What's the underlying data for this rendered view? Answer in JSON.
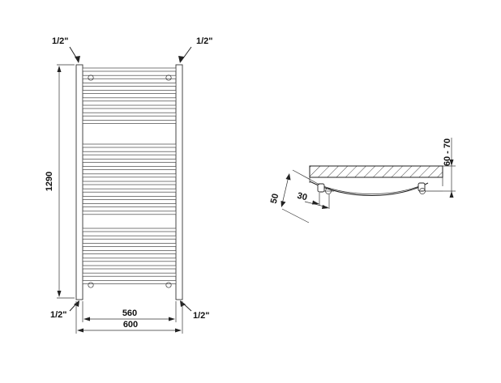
{
  "front_view": {
    "connections": {
      "top_left": "1/2\"",
      "top_right": "1/2\"",
      "bottom_left": "1/2\"",
      "bottom_right": "1/2\""
    },
    "dimensions": {
      "height": "1290",
      "inner_width": "560",
      "outer_width": "600"
    },
    "bar_groups": [
      8,
      10,
      8
    ]
  },
  "side_view": {
    "dimensions": {
      "wall_distance": "60 - 70",
      "bracket_height": "50",
      "bracket_offset": "30"
    }
  }
}
